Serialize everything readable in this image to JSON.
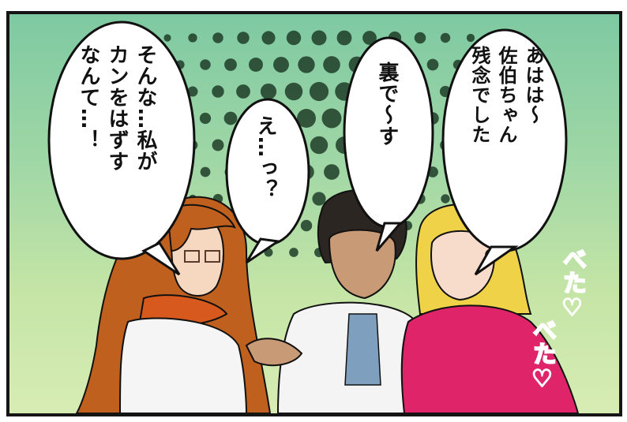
{
  "colors": {
    "background_top": "#7ec9a2",
    "background_bottom": "#d7ecb4",
    "screentone_dots": "#1f3d28",
    "hair_left": "#c0601e",
    "hair_center": "#2b2622",
    "hair_right": "#f0d248",
    "jacket_right": "#e0246a",
    "sfx": "#e0115f"
  },
  "speech_bubbles": {
    "left": "そんな…私が\nカンをはずす\nなんて…！",
    "center_left": "え…っ？",
    "center": "裏で～す",
    "right": "あはは～\n佐伯ちゃん\n残念でした"
  },
  "sound_effects": {
    "sfx_1": "べた♡",
    "sfx_2": "べた♡"
  }
}
